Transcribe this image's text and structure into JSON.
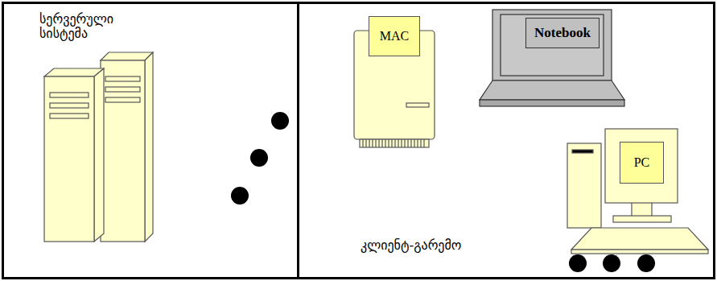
{
  "diagram": {
    "nodes": [
      {
        "text": [
          "სერვერული სისტემა"
        ]
      },
      {
        "text": [
          "კლიენტ-გარემო"
        ]
      },
      {
        "text": [
          "MAC"
        ],
        "in": 1
      },
      {
        "text": [
          "Notebook"
        ],
        "in": 1
      },
      {
        "text": [
          "PC"
        ],
        "in": 1
      }
    ]
  }
}
